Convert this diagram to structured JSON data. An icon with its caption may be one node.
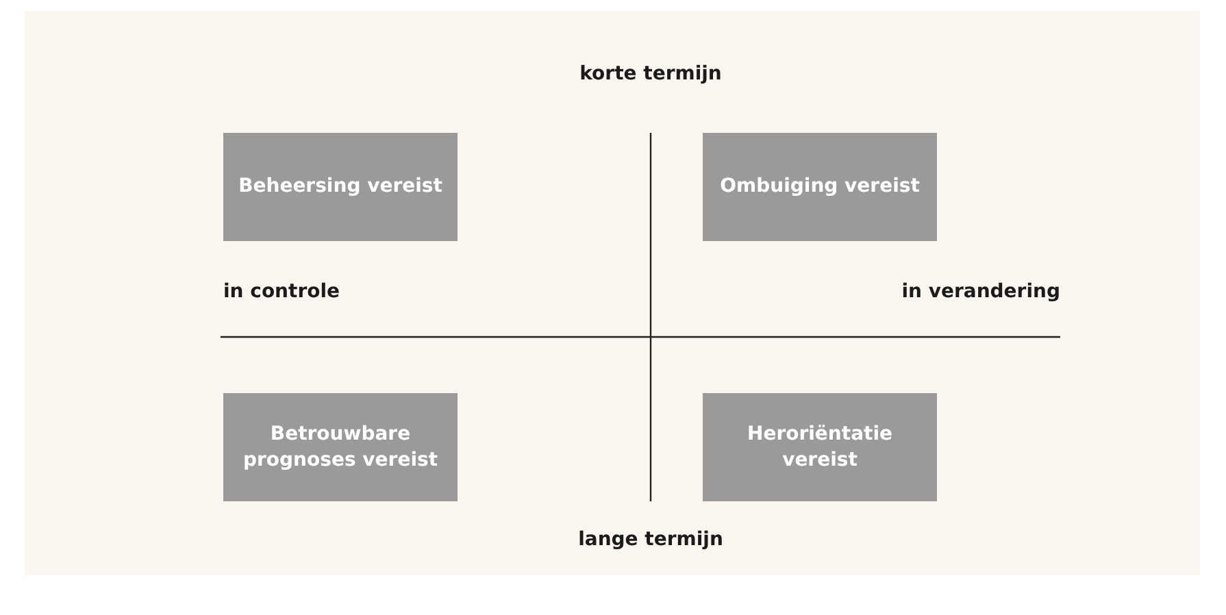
{
  "diagram": {
    "nodes": [
      {
        "text": [
          "Beheersing vereist"
        ]
      },
      {
        "text": [
          "Ombuiging vereist"
        ]
      },
      {
        "text": [
          "Betrouwbare prognoses vereist"
        ]
      },
      {
        "text": [
          "Heroriëntatie vereist"
        ]
      }
    ],
    "labels": [
      "korte termijn",
      "in controle",
      "in verandering",
      "lange termijn"
    ]
  }
}
